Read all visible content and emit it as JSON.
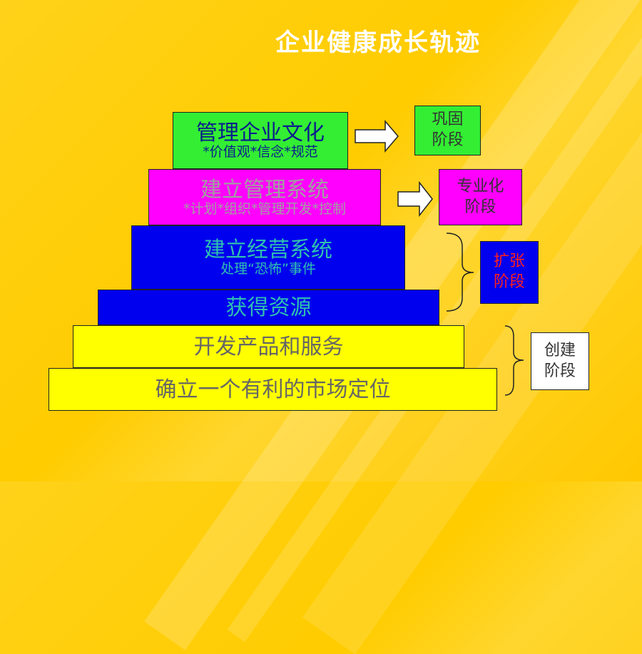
{
  "title": "企业健康成长轨迹",
  "tiers": [
    {
      "main": "管理企业文化",
      "sub": "*价值观*信念*规范",
      "color": "#33ee33",
      "text_color": "#0a1e8c"
    },
    {
      "main": "建立管理系统",
      "sub": "*计划*组织*管理开发*控制",
      "color": "#ff00ff",
      "text_color": "#a0a0a0"
    },
    {
      "main": "建立经营系统",
      "sub": "处理“恐怖”事件",
      "color": "#0000ee",
      "text_color": "#30c0b0"
    },
    {
      "main": "获得资源",
      "sub": "",
      "color": "#0000ee",
      "text_color": "#30c0b0"
    },
    {
      "main": "开发产品和服务",
      "sub": "",
      "color": "#ffff00",
      "text_color": "#666666"
    },
    {
      "main": "确立一个有利的市场定位",
      "sub": "",
      "color": "#ffff00",
      "text_color": "#666666"
    }
  ],
  "stages": [
    {
      "label": "巩固\n阶段",
      "color": "#33ee33",
      "text_color": "#333333"
    },
    {
      "label": "专业化\n阶段",
      "color": "#ff00ff",
      "text_color": "#333333"
    },
    {
      "label": "扩张\n阶段",
      "color": "#0000ee",
      "text_color": "#ff2020"
    },
    {
      "label": "创建\n阶段",
      "color": "#ffffff",
      "text_color": "#333333"
    }
  ]
}
